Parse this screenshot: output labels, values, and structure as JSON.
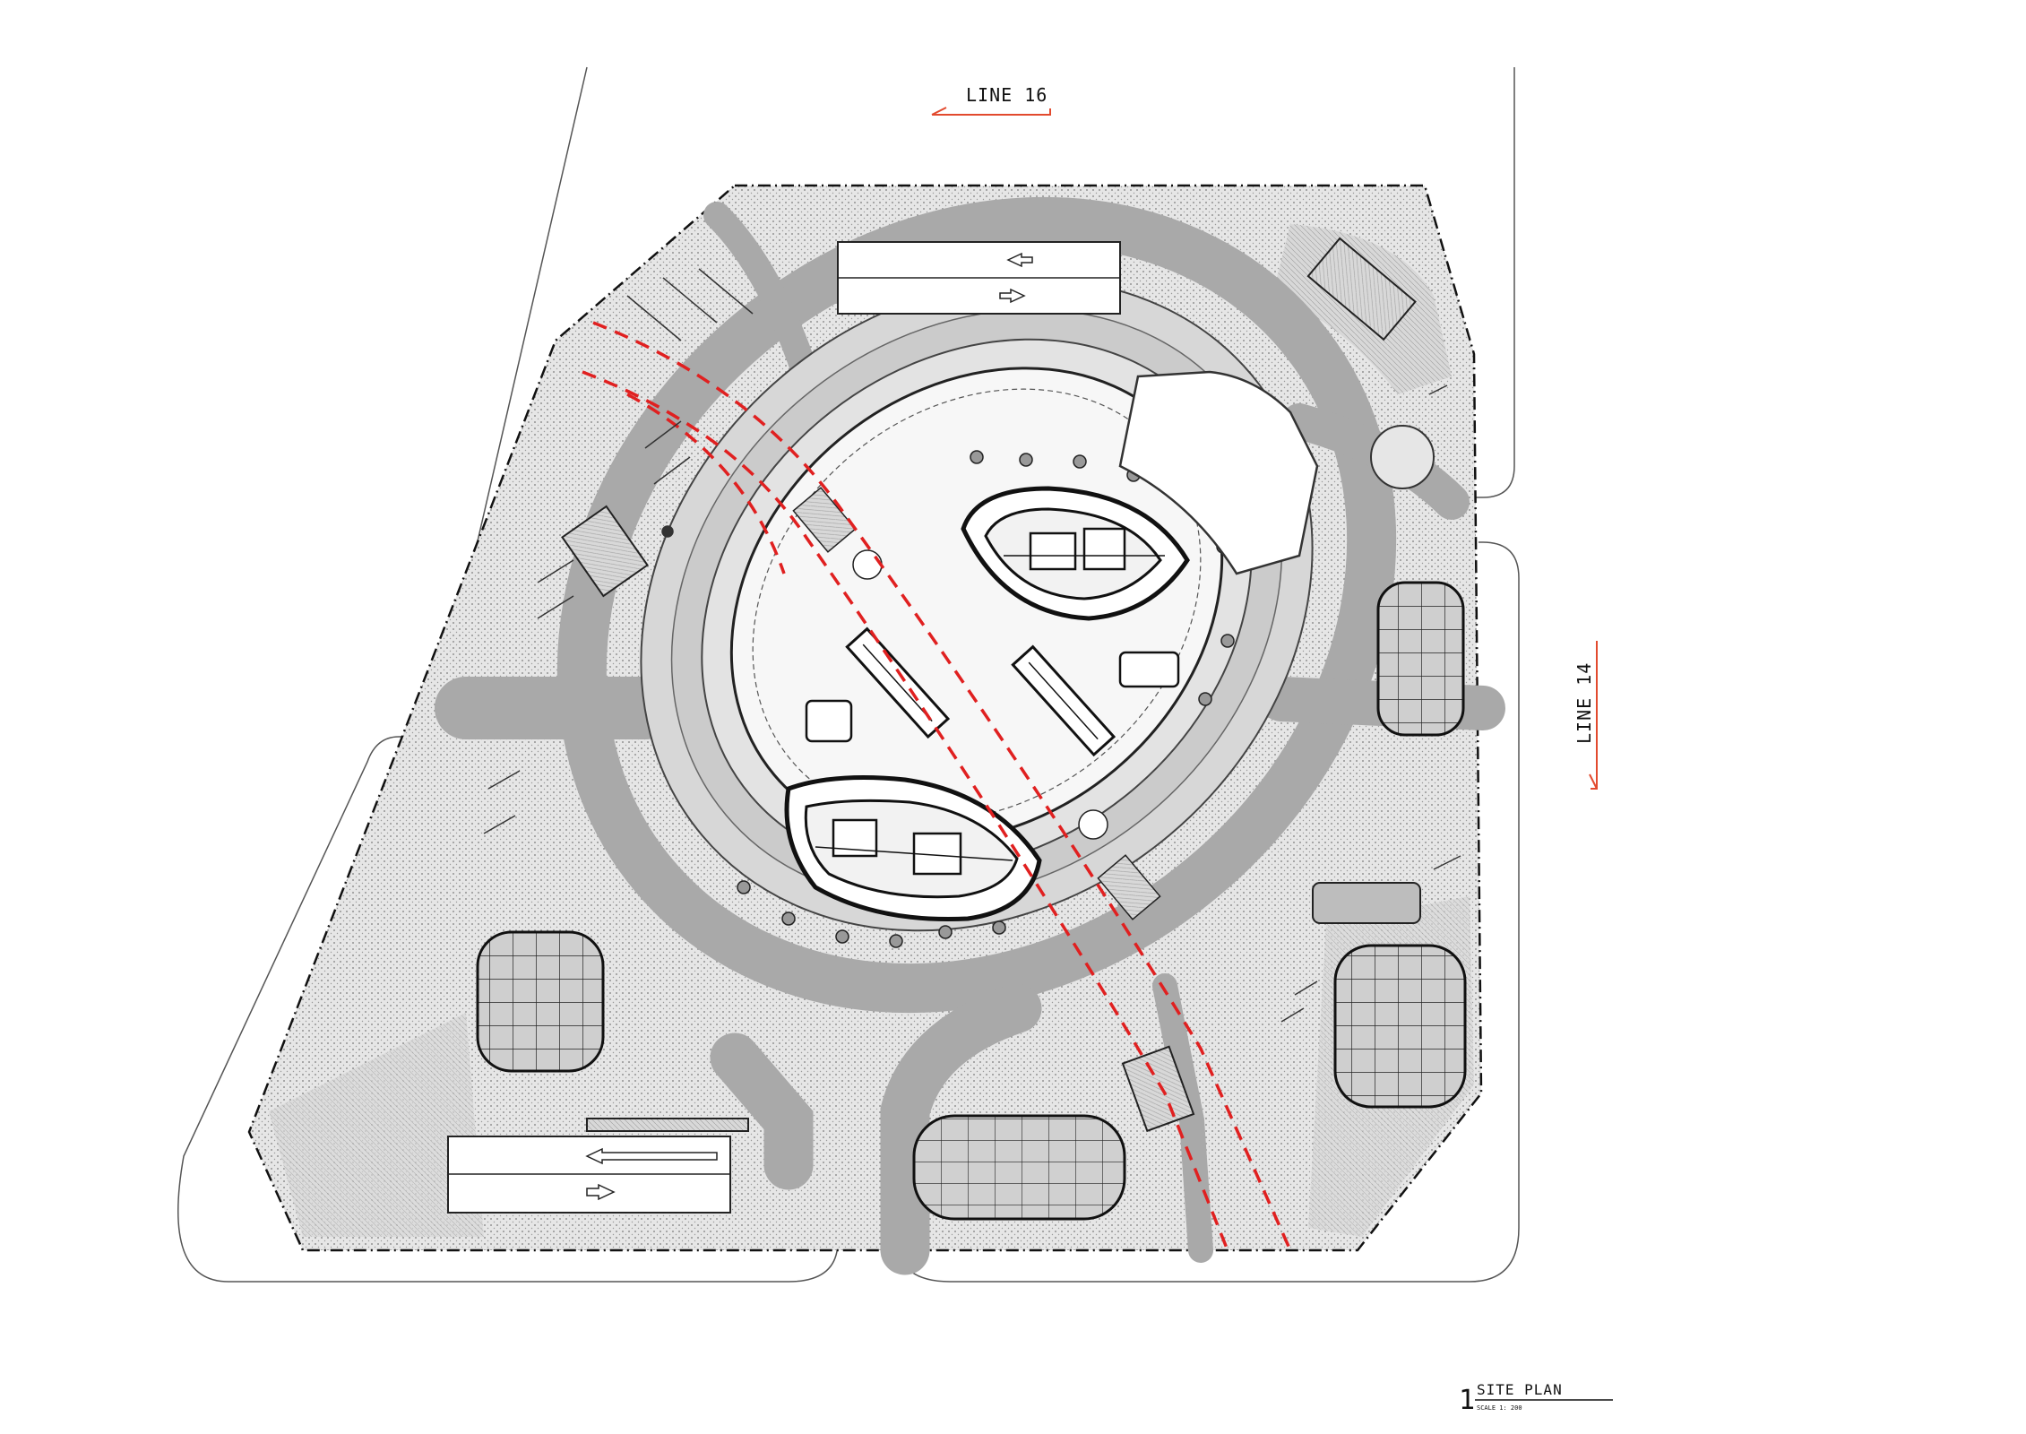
{
  "labels": {
    "line16": "LINE 16",
    "line14": "LINE 14",
    "plan_number": "1",
    "plan_title": "SITE PLAN",
    "plan_scale": "SCALE 1: 200"
  },
  "colors": {
    "paving": "#e2e2e2",
    "road": "#a9a9a9",
    "ring": "#d3d3d3",
    "linework": "#1a1a1a",
    "tunnel": "#e02020",
    "arrow": "#e24a2e"
  }
}
